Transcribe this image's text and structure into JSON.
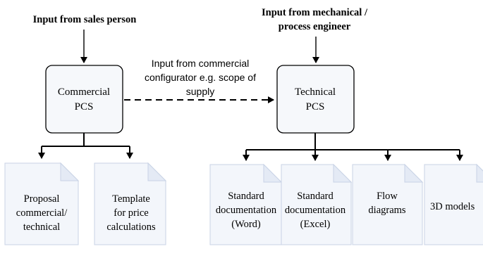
{
  "inputs": {
    "sales": "Input from sales person",
    "mechanical_line1": "Input from mechanical /",
    "mechanical_line2": "process engineer"
  },
  "configurator_label": {
    "line1": "Input from commercial",
    "line2": "configurator e.g. scope of",
    "line3": "supply"
  },
  "commercial_pcs": {
    "line1": "Commercial",
    "line2": "PCS"
  },
  "technical_pcs": {
    "line1": "Technical",
    "line2": "PCS"
  },
  "commercial_outputs": [
    {
      "lines": [
        "Proposal",
        "commercial/",
        "technical"
      ]
    },
    {
      "lines": [
        "Template",
        "for price",
        "calculations"
      ]
    }
  ],
  "technical_outputs": [
    {
      "lines": [
        "Standard",
        "documentation",
        "(Word)"
      ]
    },
    {
      "lines": [
        "Standard",
        "documentation",
        "(Excel)"
      ]
    },
    {
      "lines": [
        "Flow",
        "diagrams"
      ]
    },
    {
      "lines": [
        "3D models"
      ]
    }
  ]
}
